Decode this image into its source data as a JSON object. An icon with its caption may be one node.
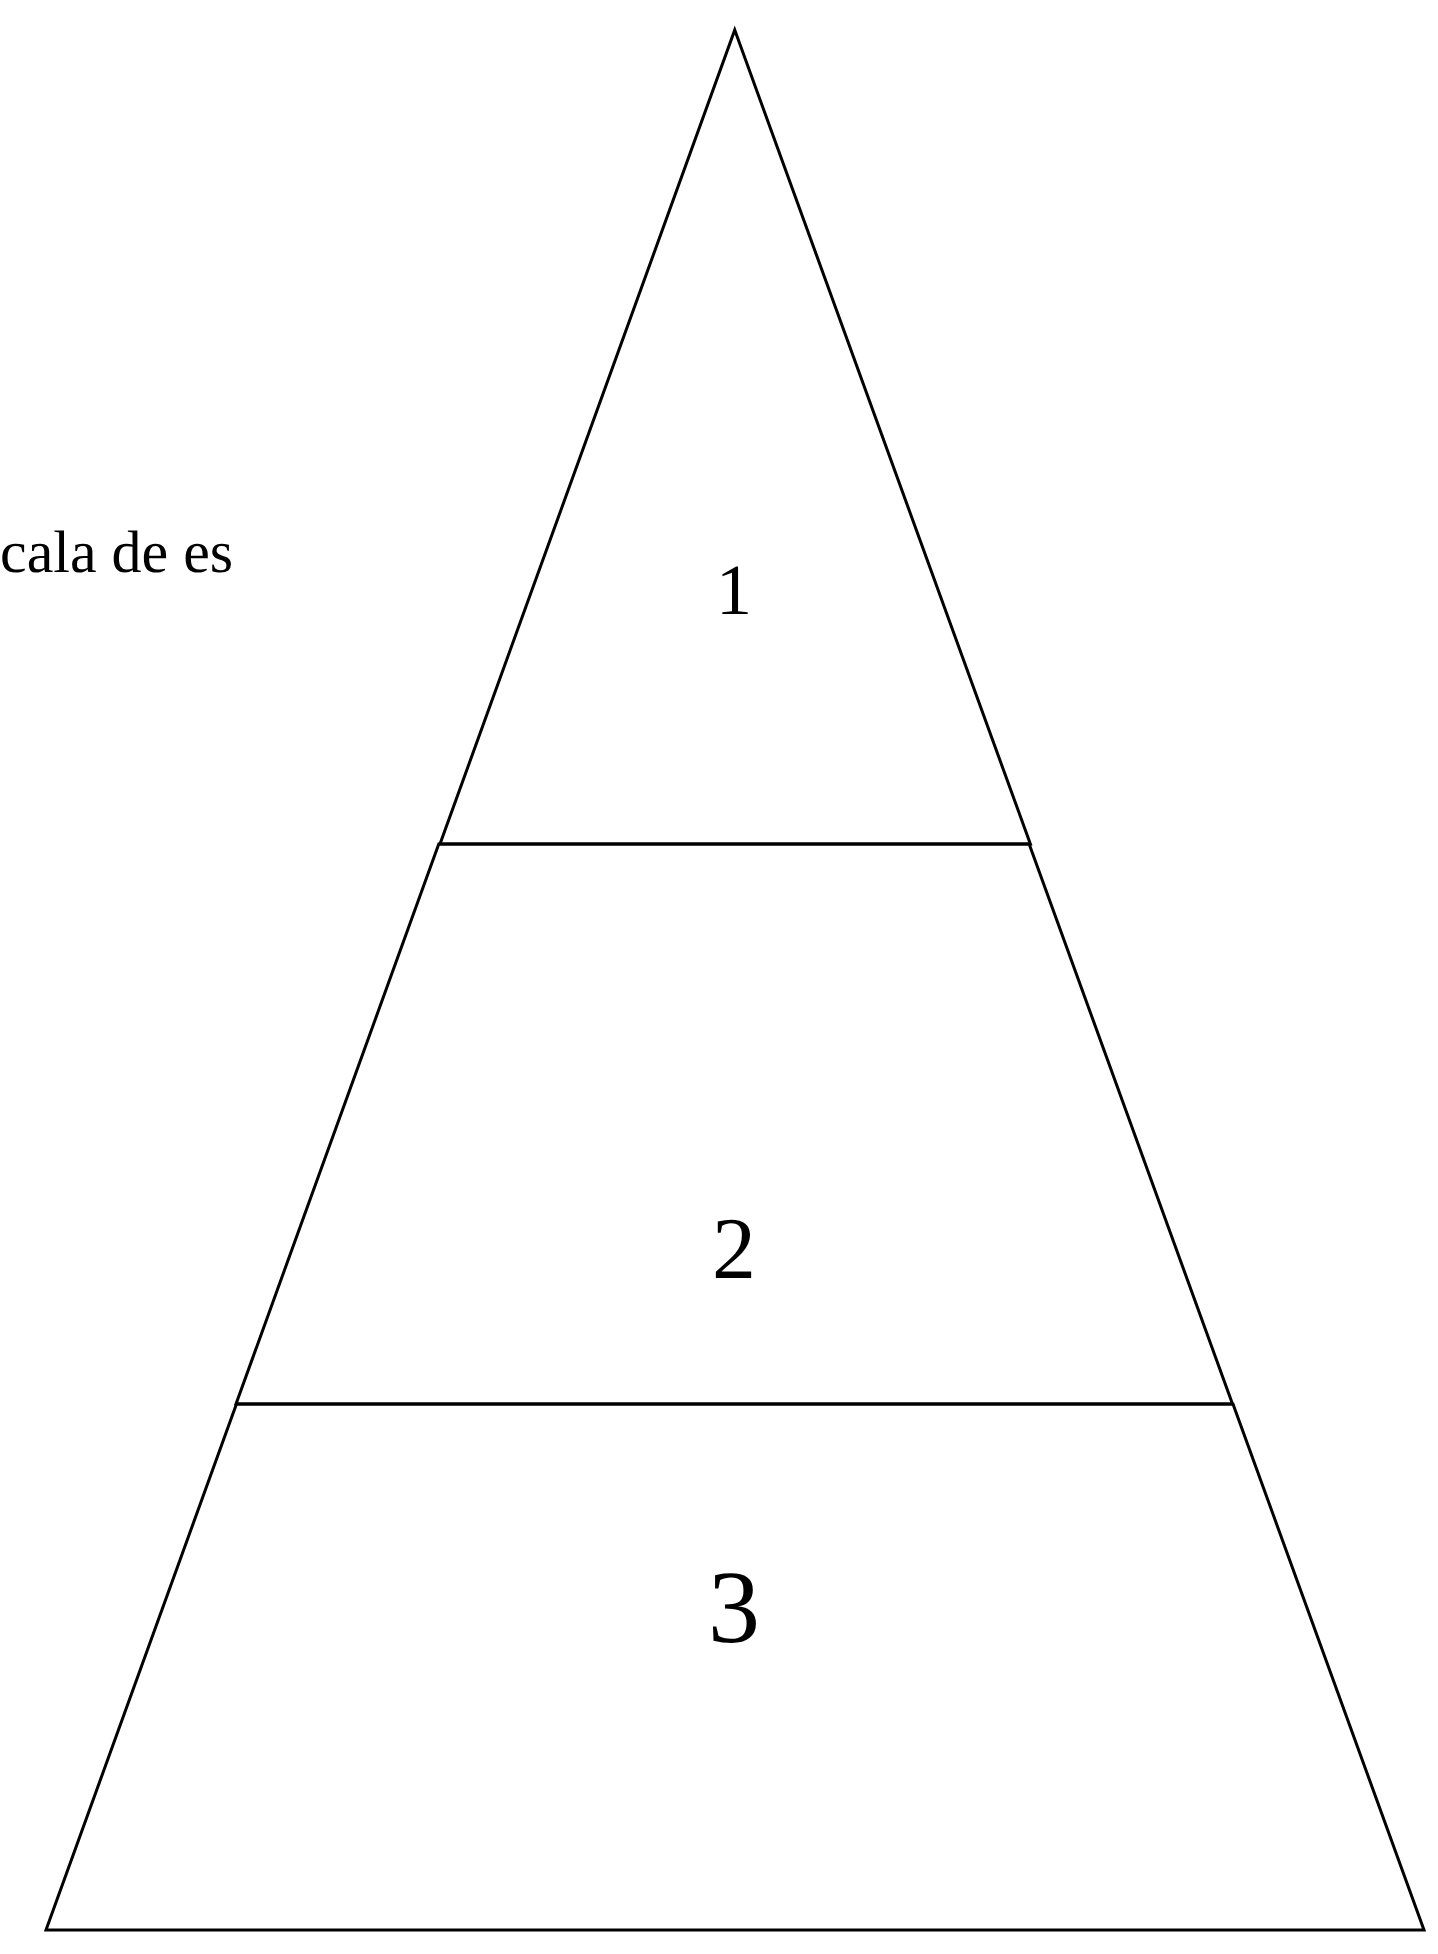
{
  "diagram": {
    "nodes": [
      {
        "text": [
          "1"
        ]
      },
      {
        "text": [
          "2"
        ]
      },
      {
        "text": [
          "3"
        ]
      }
    ],
    "labels": [
      "cala de es"
    ]
  }
}
